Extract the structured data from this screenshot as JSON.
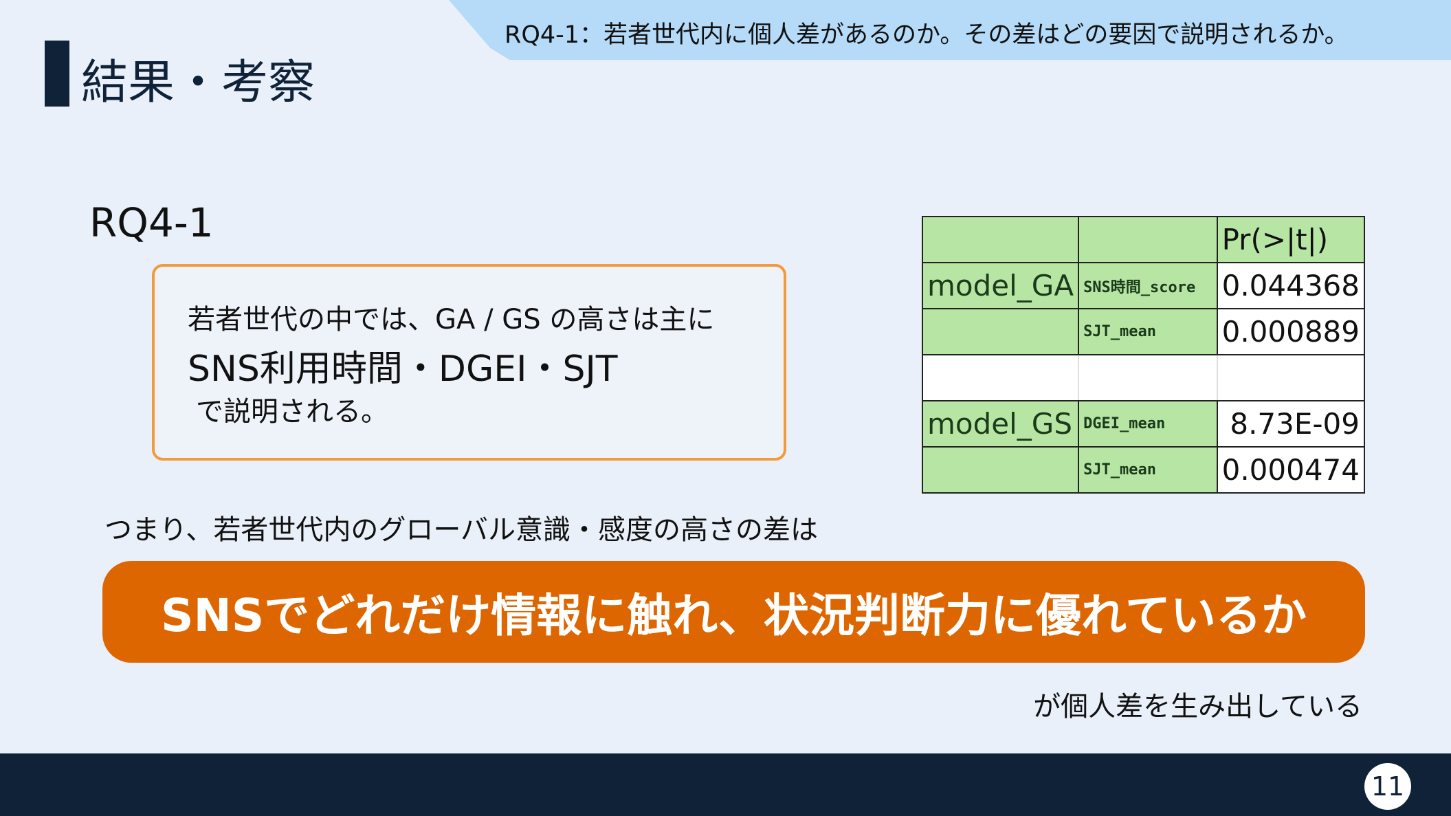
{
  "header": {
    "banner": "RQ4-1：若者世代内に個人差があるのか。その差はどの要因で説明されるか。",
    "title": "結果・考察"
  },
  "main": {
    "rq_label": "RQ4-1",
    "box": {
      "line1": "若者世代の中では、GA / GS の高さは主に",
      "line2": "SNS利用時間・DGEI・SJT",
      "line3": "で説明される。"
    },
    "table": {
      "header": [
        "",
        "",
        "Pr(>|t|)"
      ],
      "rows": [
        [
          "model_GA",
          "SNS時間_score",
          "0.044368"
        ],
        [
          "",
          "SJT_mean",
          "0.000889"
        ],
        [
          "",
          "",
          ""
        ],
        [
          "model_GS",
          "DGEI_mean",
          "8.73E-09"
        ],
        [
          "",
          "SJT_mean",
          "0.000474"
        ]
      ]
    },
    "sub": "つまり、若者世代内のグローバル意識・感度の高さの差は",
    "highlight": "SNSでどれだけ情報に触れ、状況判断力に優れているか",
    "conclusion": "が個人差を生み出している"
  },
  "footer": {
    "page_number": "11"
  },
  "colors": {
    "accent": "#dd6600",
    "navy": "#0f2238",
    "banner": "#b5dbf8",
    "table_green": "#b7e6a4"
  }
}
